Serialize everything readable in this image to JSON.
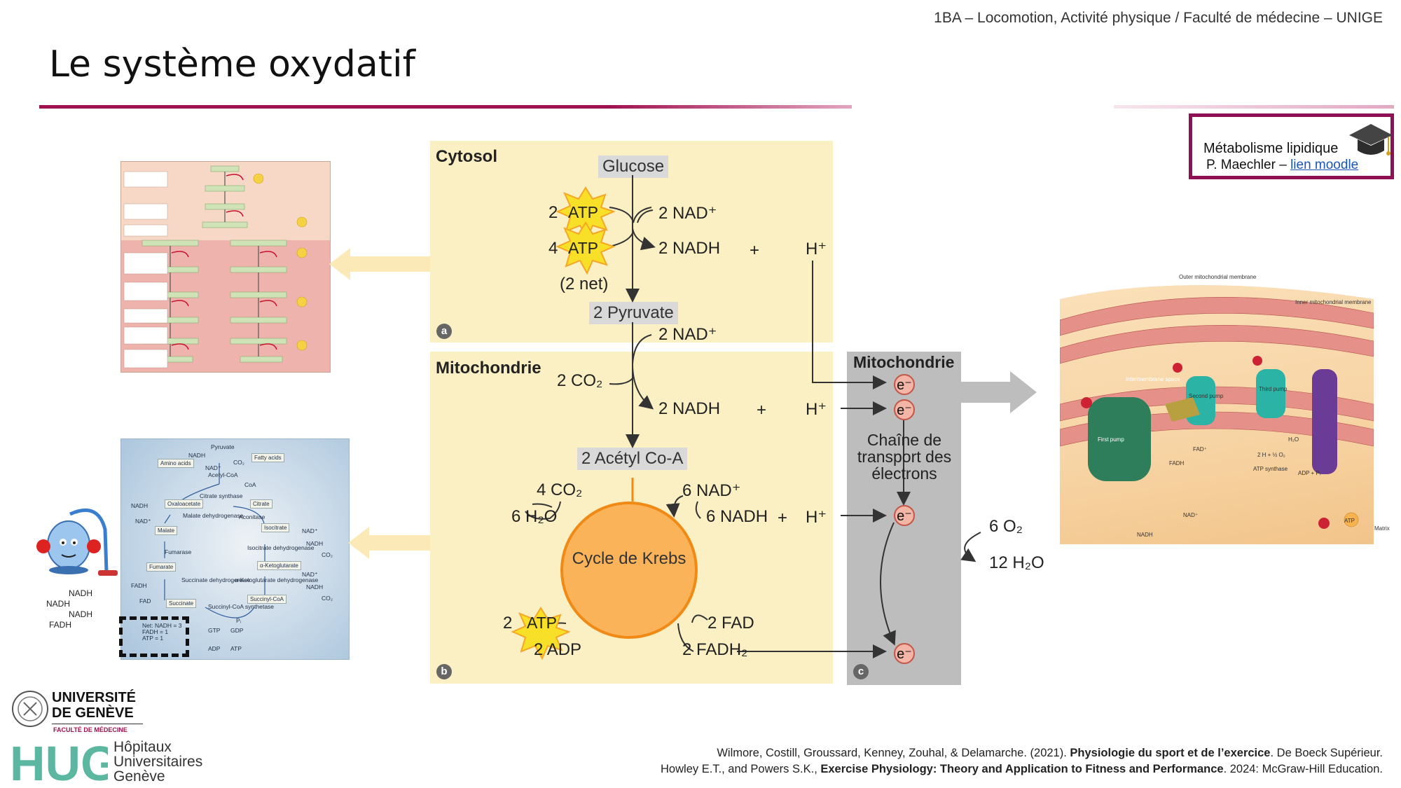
{
  "header": {
    "course": "1BA – Locomotion, Activité physique / Faculté de médecine – UNIGE",
    "title": "Le système oxydatif"
  },
  "link_box": {
    "title": "Métabolisme lipidique",
    "author": "P. Maechler – ",
    "link_label": "lien moodle",
    "icon": "graduation-cap-icon"
  },
  "figure": {
    "cytosol": "Cytosol",
    "mitochondrie": "Mitochondrie",
    "mitochondrie_c": "Mitochondrie",
    "glucose": "Glucose",
    "atp": "ATP",
    "atp2_coef": "2",
    "atp4_coef": "4",
    "nad_2": "2 NAD⁺",
    "nadh_2": "2 NADH",
    "plus": "+",
    "h_plus": "H⁺",
    "net": "(2 net)",
    "pyruvate": "2 Pyruvate",
    "co2_2": "2 CO₂",
    "acetyl": "2 Acétyl Co-A",
    "co2_4": "4 CO₂",
    "h2o_6": "6 H₂O",
    "nad_6": "6 NAD⁺",
    "nadh_6": "6 NADH",
    "krebs": "Cycle de Krebs",
    "adp_2": "2 ADP",
    "fad_2": "2 FAD",
    "fadh2_2": "2 FADH₂",
    "chain": "Chaîne de transport des électrons",
    "o2_6": "6 O₂",
    "h2o_12": "12 H₂O",
    "electron": "e⁻",
    "panel_a": "a",
    "panel_b": "b",
    "panel_c": "c"
  },
  "krebs_thumb": {
    "pyruvate": "Pyruvate",
    "nadh": "NADH",
    "co2": "CO₂",
    "fatty_acids": "Fatty acids",
    "amino_acids": "Amino acids",
    "nad": "NAD⁺",
    "acetyl_coa": "Acetyl-CoA",
    "coa": "CoA",
    "citrate_synthase": "Citrate synthase",
    "oxaloacetate": "Oxaloacetate",
    "citrate": "Citrate",
    "malate_dh": "Malate dehydrogenase",
    "aconitase": "Aconitase",
    "malate": "Malate",
    "isocitrate": "Isocitrate",
    "fumarase": "Fumarase",
    "isocitrate_dh": "Isocitrate dehydrogenase",
    "fumarate": "Fumarate",
    "akg": "α-Ketoglutarate",
    "fadh": "FADH",
    "succinate_dh": "Succinate dehydrogenase",
    "akg_dh": "α-Ketoglutarate dehydrogenase",
    "fad": "FAD",
    "succinyl_coa": "Succinyl-CoA",
    "succinate": "Succinate",
    "succinyl_synth": "Succinyl-CoA synthetase",
    "net": "Net: NADH = 3\nFADH = 1\nATP = 1",
    "gtp": "GTP",
    "gdp": "GDP",
    "adp": "ADP",
    "atp": "ATP",
    "pi": "Pᵢ"
  },
  "vacuum_labels": [
    "NADH",
    "NADH",
    "NADH",
    "FADH"
  ],
  "mito_thumb": {
    "outer": "Outer mitochondrial membrane",
    "inner": "Inner mitochondrial membrane",
    "first_pump": "First pump",
    "second_pump": "Second pump",
    "third_pump": "Third pump",
    "atp_synthase": "ATP synthase",
    "matrix": "Matrix",
    "intermembrane": "Intermembrane space",
    "fadh": "FADH",
    "fad": "FAD⁺",
    "nadh": "NADH",
    "nad": "NAD⁺",
    "h2o": "H₂O",
    "o2": "2 H + ½ O₂",
    "atp": "ATP",
    "adp": "ADP + Pᵢ"
  },
  "logos": {
    "unige_name": "UNIVERSITÉ\nDE GENÈVE",
    "unige_sub": "FACULTÉ DE MÉDECINE",
    "hug_letters": "HUG",
    "hug_text": "Hôpitaux\nUniversitaires\nGenève"
  },
  "references": {
    "ref1_pre": "Wilmore, Costill, Groussard, Kenney, Zouhal, & Delamarche. (2021). ",
    "ref1_bold": "Physiologie du sport et de l’exercice",
    "ref1_post": ". De Boeck Supérieur.",
    "ref2_pre": "Howley E.T., and Powers S.K., ",
    "ref2_bold": "Exercise Physiology: Theory and Application to Fitness and Performance",
    "ref2_post": ". 2024: McGraw-Hill Education."
  }
}
